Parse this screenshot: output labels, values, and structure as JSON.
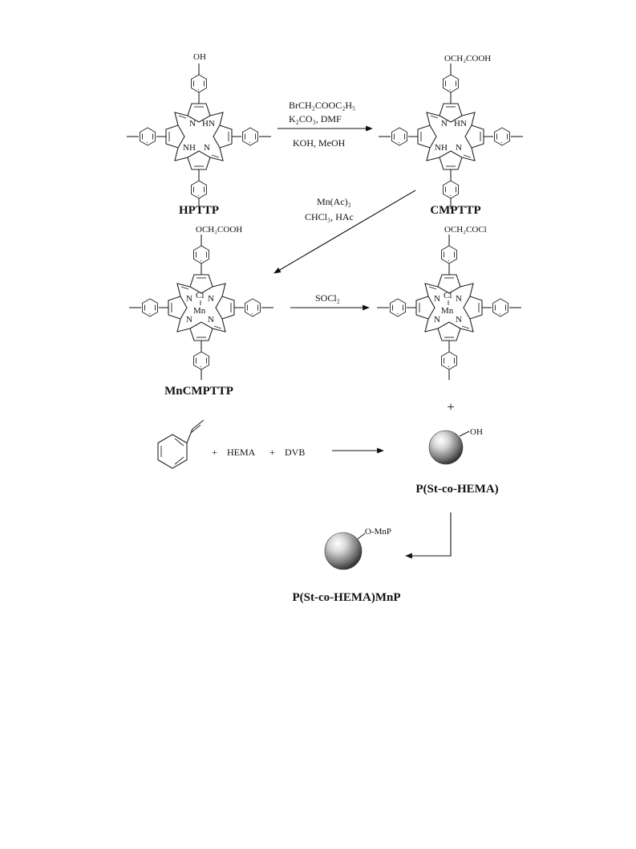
{
  "compounds": {
    "hpttp": "HPTTP",
    "cmpttp": "CMPTTP",
    "mncmpttp": "MnCMPTTP",
    "polymer": "P(St-co-HEMA)",
    "product": "P(St-co-HEMA)MnP"
  },
  "substituents": {
    "hpttp_top": "OH",
    "cmpttp_top": "OCH₂COOH",
    "mncmpttp_top": "OCH₂COOH",
    "acyl_top": "OCH₂COCl",
    "polymer_group": "OH",
    "product_group": "O-MnP"
  },
  "reagents": {
    "step1_line1": "BrCH₂COOC₂H₅",
    "step1_line2": "K₂CO₃, DMF",
    "step1_line3": "KOH, MeOH",
    "step2_line1": "Mn(Ac)₂",
    "step2_line2": "CHCl₃, HAc",
    "step3": "SOCl₂"
  },
  "copolymerization": {
    "plus1": "+",
    "monomer2": "HEMA",
    "plus2": "+",
    "crosslinker": "DVB",
    "plus_coupling": "+"
  },
  "atoms": {
    "n": "N",
    "hn": "HN",
    "nh": "NH",
    "mn": "Mn",
    "cl": "Cl"
  }
}
